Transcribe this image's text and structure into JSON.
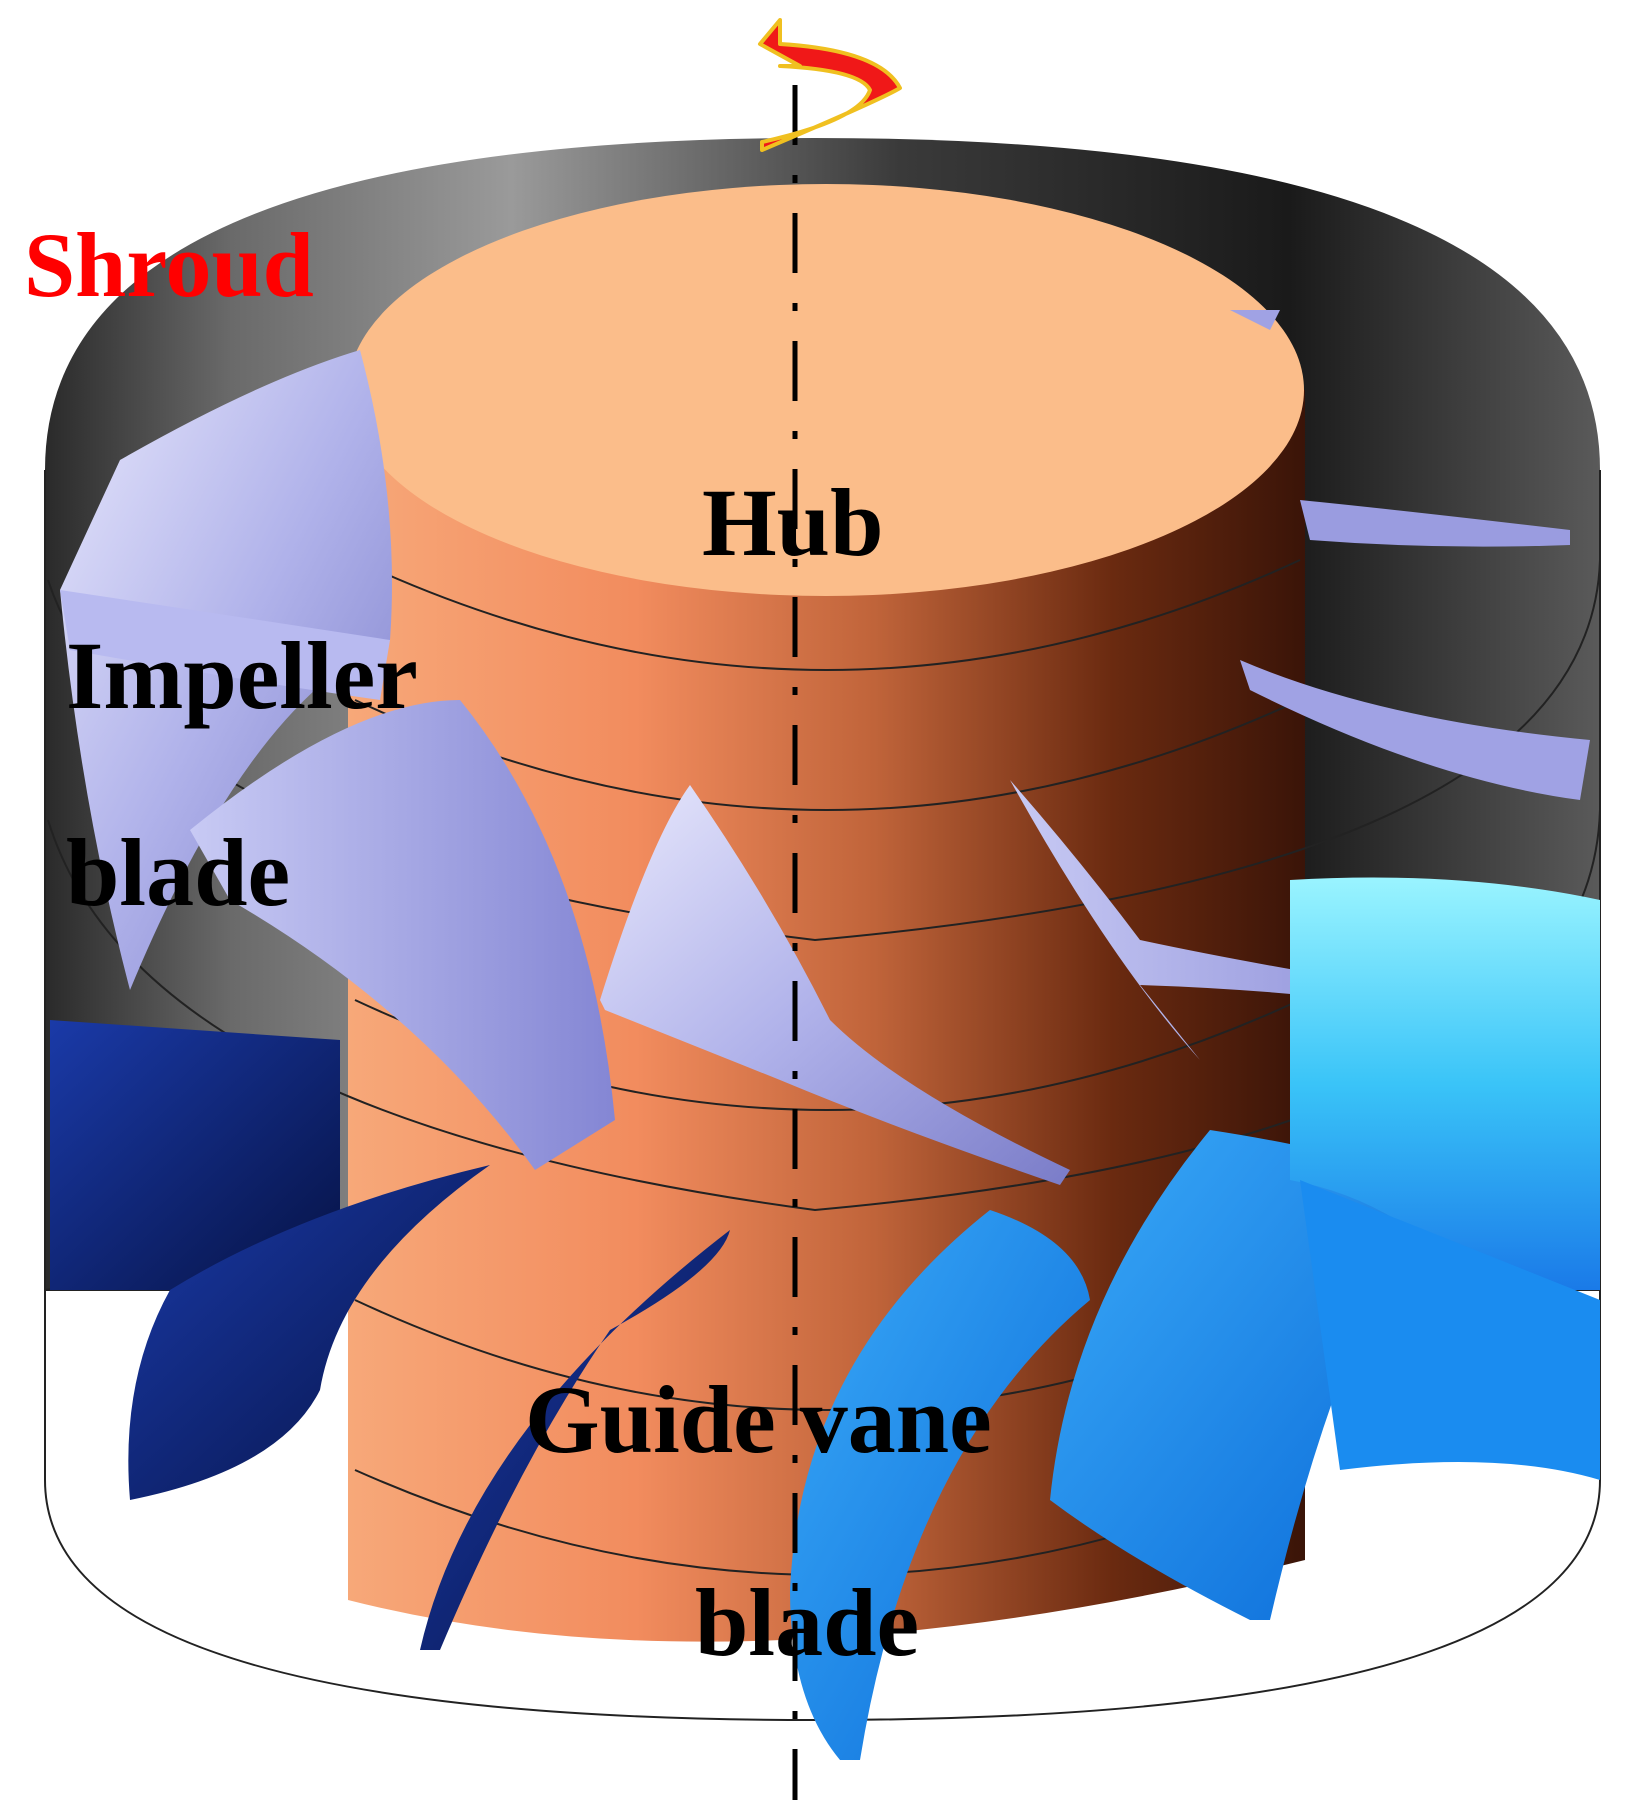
{
  "labels": {
    "shroud": "Shroud",
    "hub": "Hub",
    "impeller_line1": "Impeller",
    "impeller_line2": "blade",
    "guide_line1": "Guide vane",
    "guide_line2": "blade"
  },
  "colors": {
    "shroud_label": "#ff0000",
    "label_text": "#000000",
    "hub_top": "#fbbd8a",
    "hub_side_light": "#f5946a",
    "hub_side_dark": "#3a1408",
    "impeller_blade": "#9a9ce0",
    "guide_vane_dark": "#0a1a6a",
    "guide_vane_light": "#1a8cf0",
    "rotation_arrow": "#f01818",
    "rotation_arrow_outline": "#f0c020"
  },
  "icons": {
    "rotation": "rotation-arrow-icon"
  }
}
